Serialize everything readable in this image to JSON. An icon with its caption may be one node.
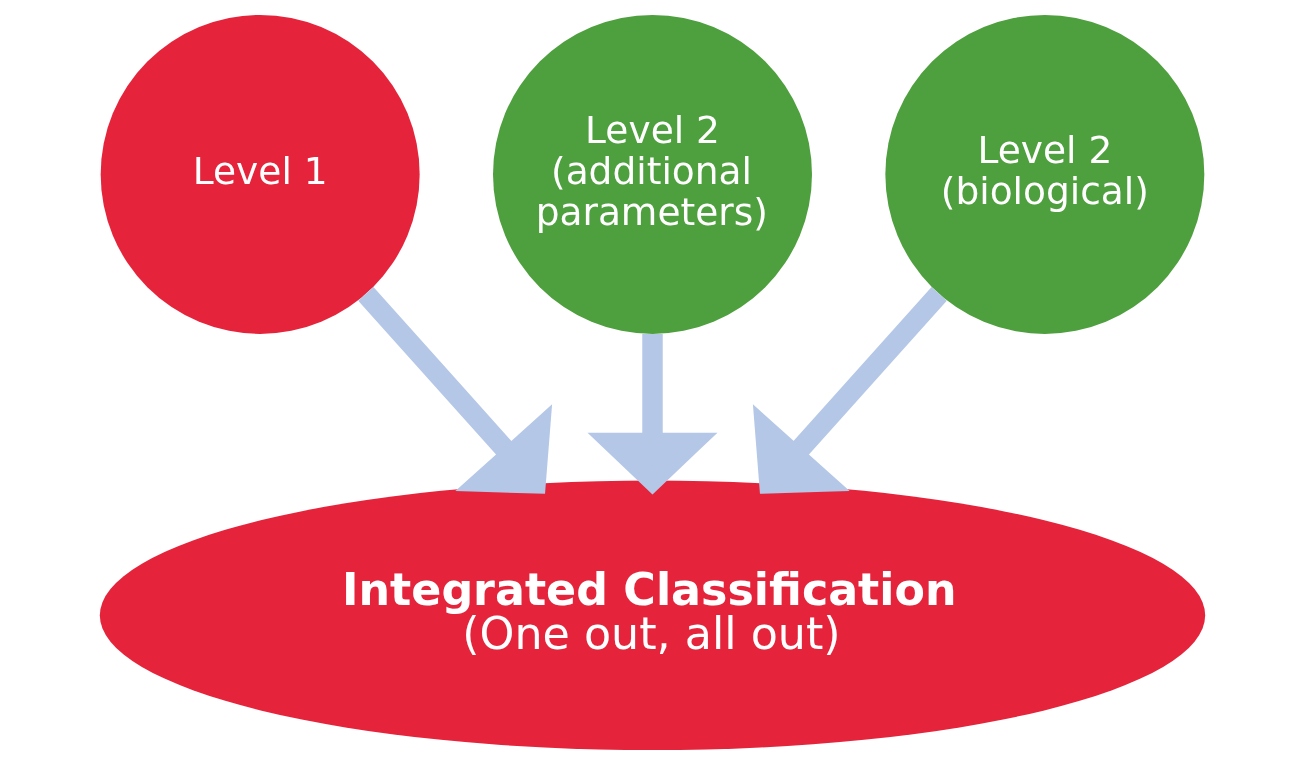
{
  "diagram": {
    "nodes": [
      {
        "text": [
          "Level 1"
        ]
      },
      {
        "text": [
          "Level 2 (additional parameters)"
        ]
      },
      {
        "text": [
          "Level 2 (biological)"
        ]
      },
      {
        "text": [
          "Integrated Classification",
          "(One out, all out)"
        ]
      }
    ],
    "edges": [
      {
        "from": 0,
        "to": 3,
        "arrow": "to"
      },
      {
        "from": 1,
        "to": 3,
        "arrow": "to"
      },
      {
        "from": 2,
        "to": 3,
        "arrow": "to"
      }
    ]
  }
}
